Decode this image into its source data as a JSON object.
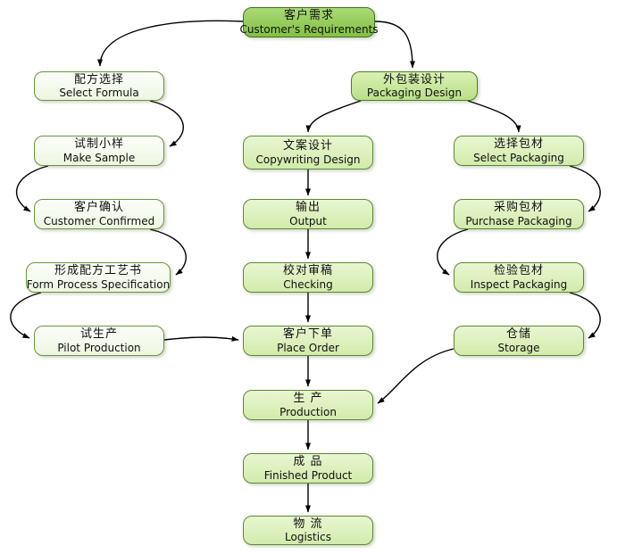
{
  "diagram": {
    "type": "flowchart",
    "colors": {
      "root_node": "#8cc64f",
      "mid_node": "#c6e596",
      "light_node": "#dcefbc",
      "pale_node": "#f4f9ec",
      "border": "#5d8733",
      "arrow": "#000000",
      "background": "#ffffff"
    }
  },
  "nodes": [
    {
      "zh": "客户需求",
      "en": "Customer's Requirements"
    },
    {
      "zh": "配方选择",
      "en": "Select Formula"
    },
    {
      "zh": "试制小样",
      "en": "Make Sample"
    },
    {
      "zh": "客户确认",
      "en": "Customer Confirmed"
    },
    {
      "zh": "形成配方工艺书",
      "en": "Form Process Specification"
    },
    {
      "zh": "试生产",
      "en": "Pilot Production"
    },
    {
      "zh": "外包装设计",
      "en": "Packaging Design"
    },
    {
      "zh": "文案设计",
      "en": "Copywriting Design"
    },
    {
      "zh": "输出",
      "en": "Output"
    },
    {
      "zh": "校对审稿",
      "en": "Checking"
    },
    {
      "zh": "客户下单",
      "en": "Place Order"
    },
    {
      "zh": "生  产",
      "en": "Production"
    },
    {
      "zh": "成  品",
      "en": "Finished Product"
    },
    {
      "zh": "物  流",
      "en": "Logistics"
    },
    {
      "zh": "选择包材",
      "en": "Select Packaging"
    },
    {
      "zh": "采购包材",
      "en": "Purchase Packaging"
    },
    {
      "zh": "检验包材",
      "en": "Inspect Packaging"
    },
    {
      "zh": "仓储",
      "en": "Storage"
    }
  ],
  "edges": [
    {
      "from": "Customer's Requirements",
      "to": "Select Formula"
    },
    {
      "from": "Customer's Requirements",
      "to": "Packaging Design"
    },
    {
      "from": "Select Formula",
      "to": "Make Sample"
    },
    {
      "from": "Make Sample",
      "to": "Customer Confirmed"
    },
    {
      "from": "Customer Confirmed",
      "to": "Form Process Specification"
    },
    {
      "from": "Form Process Specification",
      "to": "Pilot Production"
    },
    {
      "from": "Pilot Production",
      "to": "Place Order"
    },
    {
      "from": "Packaging Design",
      "to": "Copywriting Design"
    },
    {
      "from": "Packaging Design",
      "to": "Select Packaging"
    },
    {
      "from": "Copywriting Design",
      "to": "Output"
    },
    {
      "from": "Output",
      "to": "Checking"
    },
    {
      "from": "Checking",
      "to": "Place Order"
    },
    {
      "from": "Place Order",
      "to": "Production"
    },
    {
      "from": "Production",
      "to": "Finished Product"
    },
    {
      "from": "Finished Product",
      "to": "Logistics"
    },
    {
      "from": "Select Packaging",
      "to": "Purchase Packaging"
    },
    {
      "from": "Purchase Packaging",
      "to": "Inspect Packaging"
    },
    {
      "from": "Inspect Packaging",
      "to": "Storage"
    },
    {
      "from": "Storage",
      "to": "Production"
    }
  ]
}
